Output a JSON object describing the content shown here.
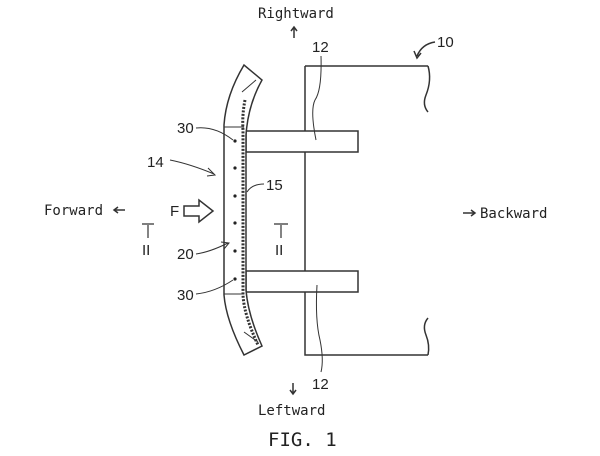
{
  "directions": {
    "rightward": "Rightward",
    "leftward": "Leftward",
    "forward": "Forward",
    "backward": "Backward"
  },
  "refs": {
    "vehicle": "10",
    "side_member_top": "12",
    "side_member_bottom": "12",
    "bumper": "14",
    "reinforcement": "15",
    "beam": "20",
    "bolt_top": "30",
    "bolt_bottom": "30",
    "force": "F",
    "section_left": "II",
    "section_right": "II"
  },
  "caption": "FIG. 1"
}
